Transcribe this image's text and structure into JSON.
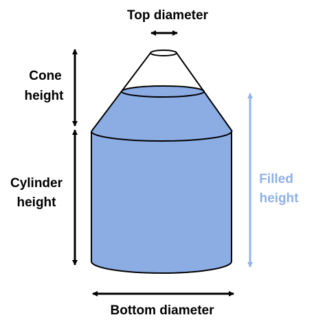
{
  "labels": {
    "top_diameter": "Top diameter",
    "cone_height_line1": "Cone",
    "cone_height_line2": "height",
    "cylinder_height_line1": "Cylinder",
    "cylinder_height_line2": "height",
    "filled_height_line1": "Filled",
    "filled_height_line2": "height",
    "bottom_diameter": "Bottom diameter"
  },
  "colors": {
    "liquid_fill": "#8cade4",
    "filled_arrow": "#93b4e6",
    "filled_label": "#8fb0e4",
    "outline": "#000000"
  }
}
